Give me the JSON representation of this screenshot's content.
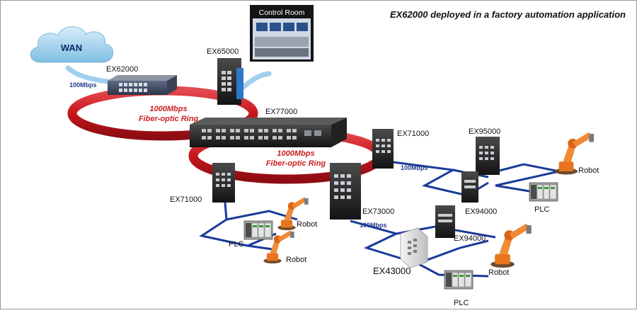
{
  "title": "EX62000 deployed in a factory automation application",
  "cloud_label": "WAN",
  "control_room_label": "Control Room",
  "rings": [
    {
      "speed": "1000Mbps",
      "medium": "Fiber-optic Ring"
    },
    {
      "speed": "1000Mbps",
      "medium": "Fiber-optic Ring"
    }
  ],
  "devices": {
    "ex62000": "EX62000",
    "ex65000": "EX65000",
    "ex77000": "EX77000",
    "ex71000_right": "EX71000",
    "ex71000_left": "EX71000",
    "ex73000": "EX73000",
    "ex95000": "EX95000",
    "ex94000_top": "EX94000",
    "ex94000_bottom": "EX94000",
    "ex43000": "EX43000"
  },
  "links": {
    "wan_speed": "100Mbps",
    "ex71000_speed": "100Mbps",
    "ex73000_speed": "100Mbps"
  },
  "endpoints": {
    "robot_right": "Robot",
    "plc_right": "PLC",
    "robot_left_top": "Robot",
    "plc_left": "PLC",
    "robot_left_bottom": "Robot",
    "robot_bottom": "Robot",
    "plc_bottom": "PLC"
  },
  "colors": {
    "ring_red": "#c8161d",
    "link_blue": "#1a3a9a",
    "link_label_blue": "#1f3c8c",
    "ring_label_red": "#c81e1e",
    "cloud_blue": "#aed8ef",
    "robot_orange": "#e8741e"
  }
}
